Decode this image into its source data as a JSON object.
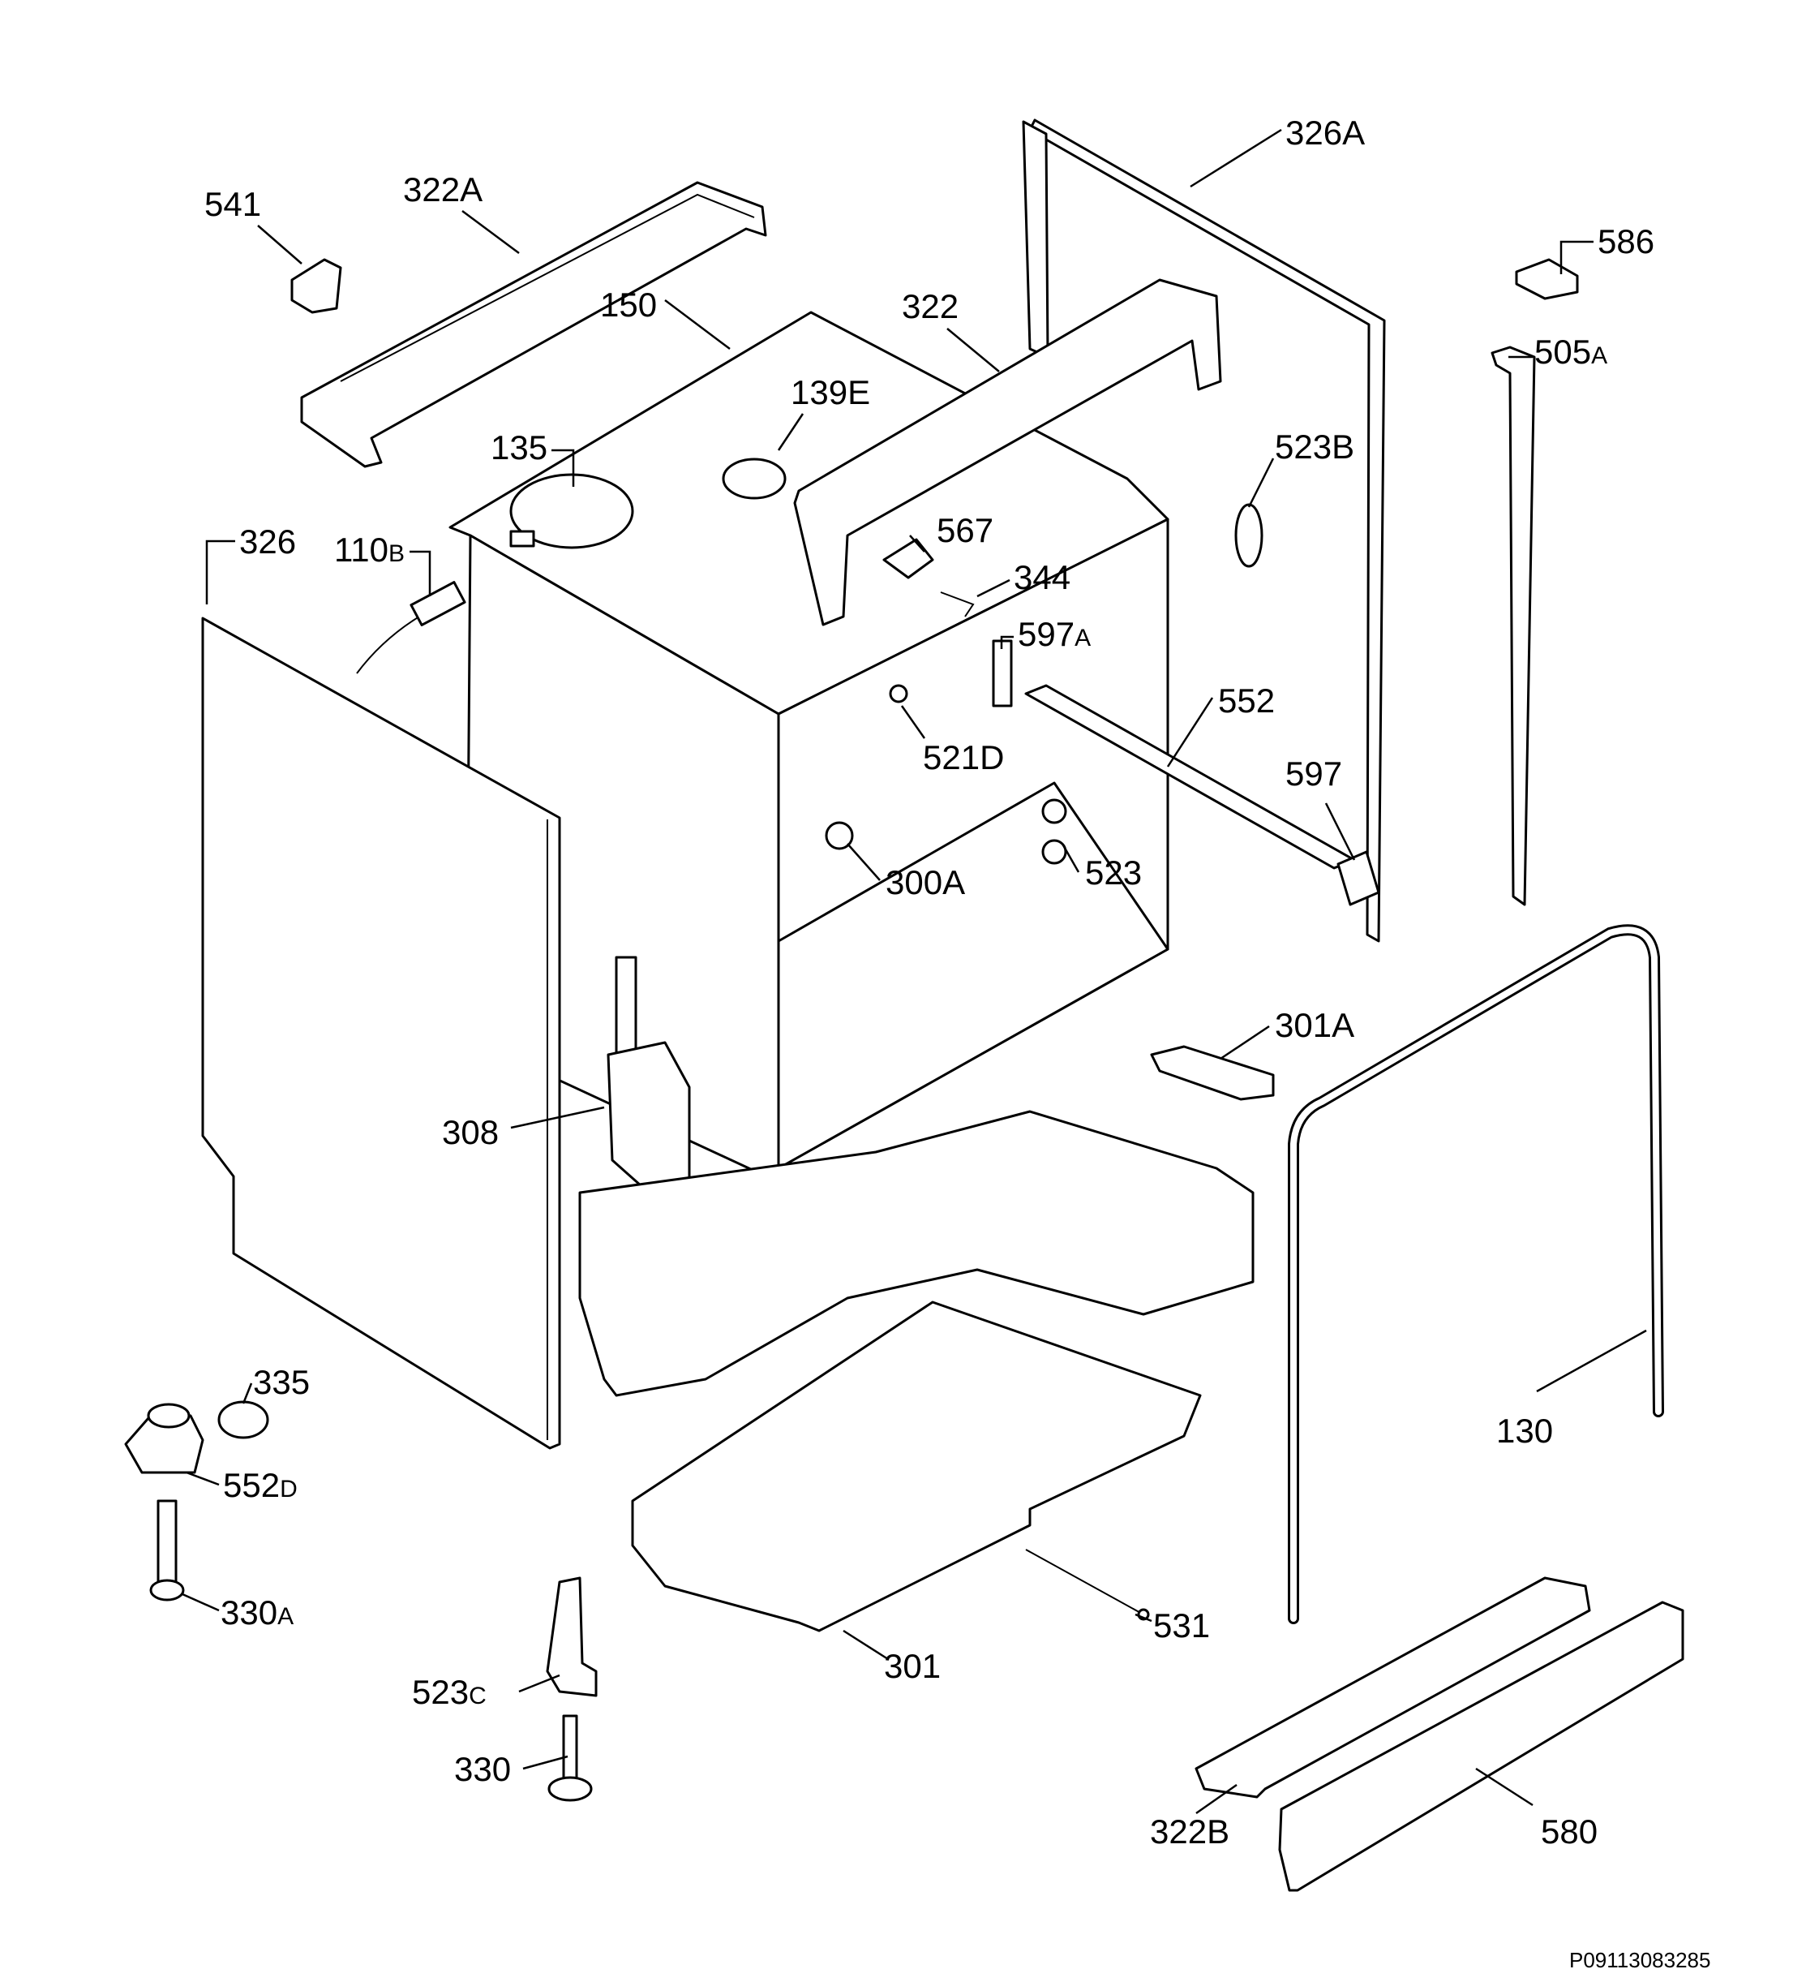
{
  "diagram": {
    "code": "P09113083285",
    "labels": {
      "541": [
        "541",
        ""
      ],
      "322A": [
        "322A",
        ""
      ],
      "326A": [
        "326A",
        ""
      ],
      "586": [
        "586",
        ""
      ],
      "150": [
        "150",
        ""
      ],
      "322": [
        "322",
        ""
      ],
      "505A": [
        "505",
        "A"
      ],
      "139E": [
        "139E",
        ""
      ],
      "135": [
        "135",
        ""
      ],
      "523B": [
        "523B",
        ""
      ],
      "326": [
        "326",
        ""
      ],
      "110B": [
        "110",
        "B"
      ],
      "567": [
        "567",
        ""
      ],
      "344": [
        "344",
        ""
      ],
      "597A": [
        "597",
        "A"
      ],
      "552": [
        "552",
        ""
      ],
      "521D": [
        "521D",
        ""
      ],
      "597": [
        "597",
        ""
      ],
      "300A": [
        "300A",
        ""
      ],
      "523": [
        "523",
        ""
      ],
      "301A": [
        "301A",
        ""
      ],
      "308": [
        "308",
        ""
      ],
      "130": [
        "130",
        ""
      ],
      "335": [
        "335",
        ""
      ],
      "552D": [
        "552",
        "D"
      ],
      "330A": [
        "330",
        "A"
      ],
      "531": [
        "531",
        ""
      ],
      "301": [
        "301",
        ""
      ],
      "523C": [
        "523",
        "C"
      ],
      "330": [
        "330",
        ""
      ],
      "322B": [
        "322B",
        ""
      ],
      "580": [
        "580",
        ""
      ]
    }
  }
}
